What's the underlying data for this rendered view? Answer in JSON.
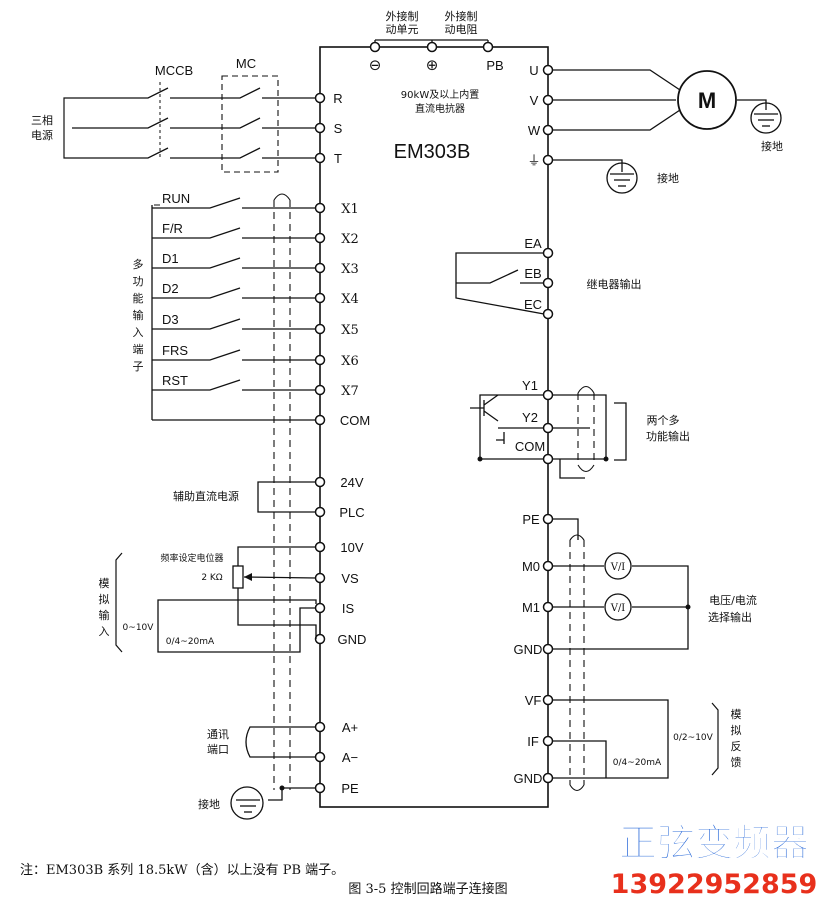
{
  "model": "EM303B",
  "top": {
    "brake_unit": [
      "外接制",
      "动单元"
    ],
    "brake_res": [
      "外接制",
      "动电阻"
    ],
    "minus": "⊖",
    "plus": "⊕",
    "pb": "PB",
    "reactor": [
      "90kW及以上内置",
      "直流电抗器"
    ]
  },
  "power": {
    "mccb": "MCCB",
    "mc": "MC",
    "three_phase": [
      "三相",
      "电源"
    ],
    "inputs": [
      "R",
      "S",
      "T"
    ]
  },
  "outputs": {
    "terms": [
      "U",
      "V",
      "W",
      "⏚"
    ],
    "motor": "M",
    "ground": "接地"
  },
  "digital_inputs": {
    "switches": [
      "RUN",
      "F/R",
      "D1",
      "D2",
      "D3",
      "FRS",
      "RST"
    ],
    "terms": [
      "X1",
      "X2",
      "X3",
      "X4",
      "X5",
      "X6",
      "X7"
    ],
    "com": "COM",
    "label": [
      "多",
      "功",
      "能",
      "输",
      "入",
      "端",
      "子"
    ]
  },
  "aux_power": {
    "label": "辅助直流电源",
    "terms": [
      "24V",
      "PLC"
    ]
  },
  "analog_in": {
    "terms": [
      "10V",
      "VS",
      "IS",
      "GND"
    ],
    "pot": "频率设定电位器",
    "pot_value": "2 KΩ",
    "v_range": "0~10V",
    "i_range": "0/4~20mA",
    "label": [
      "模",
      "拟",
      "输",
      "入"
    ]
  },
  "comm": {
    "label": [
      "通讯",
      "端口"
    ],
    "terms": [
      "A+",
      "A−",
      "PE"
    ],
    "ground": "接地"
  },
  "relay": {
    "terms": [
      "EA",
      "EB",
      "EC"
    ],
    "label": "继电器输出"
  },
  "multi_out": {
    "terms": [
      "Y1",
      "Y2",
      "COM"
    ],
    "label": [
      "两个多",
      "功能输出"
    ]
  },
  "analog_out": {
    "terms": [
      "PE",
      "M0",
      "M1",
      "GND"
    ],
    "meter": "V/I",
    "label": [
      "电压/电流",
      "选择输出"
    ]
  },
  "feedback": {
    "terms": [
      "VF",
      "IF",
      "GND"
    ],
    "v_range": "0/2~10V",
    "i_range": "0/4~20mA",
    "label": [
      "模",
      "拟",
      "反",
      "馈"
    ]
  },
  "note": "注：EM303B 系列 18.5kW（含）以上没有 PB 端子。",
  "caption": "图 3-5 控制回路端子连接图",
  "watermark": {
    "name": "正弦变频器",
    "phone": "13922952859",
    "color": "#1a5fd6",
    "phone_color": "#e8301c"
  }
}
